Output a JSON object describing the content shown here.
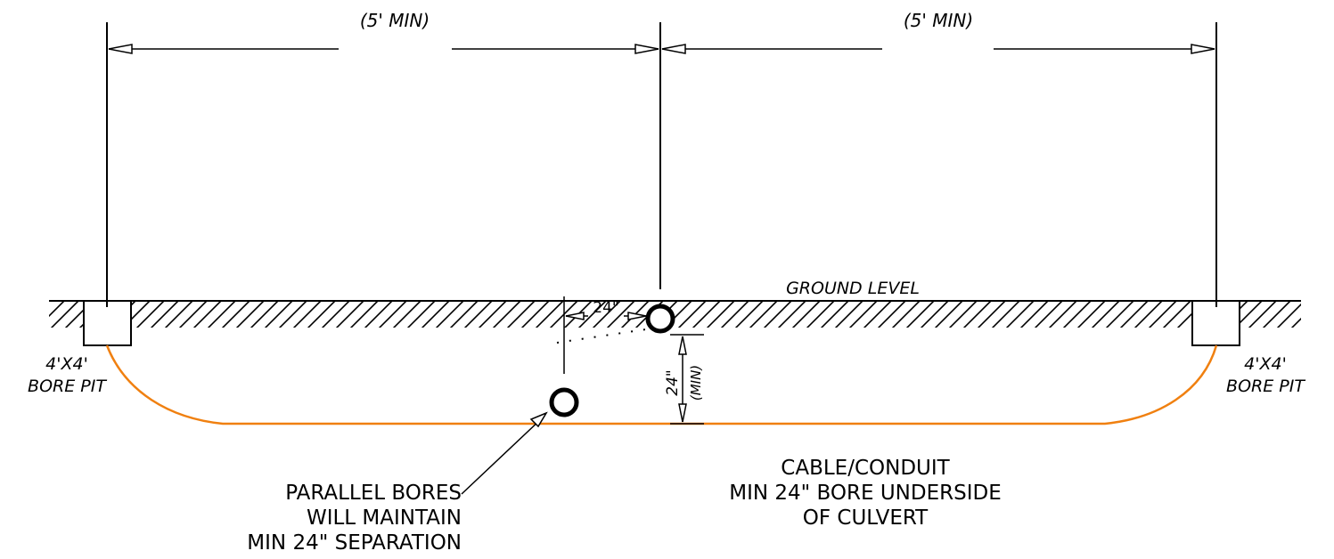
{
  "dimensions": {
    "left_span": "(5' MIN)",
    "right_span": "(5' MIN)",
    "horizontal_offset": "24\"",
    "vertical_depth": "24\"",
    "vertical_depth_note": "(MIN)"
  },
  "labels": {
    "ground_level": "GROUND LEVEL",
    "left_pit_size": "4'X4'",
    "left_pit_name": "BORE PIT",
    "right_pit_size": "4'X4'",
    "right_pit_name": "BORE PIT"
  },
  "notes": {
    "parallel": [
      "PARALLEL BORES",
      "WILL MAINTAIN",
      "MIN 24\" SEPARATION"
    ],
    "cable": [
      "CABLE/CONDUIT",
      "MIN 24\" BORE UNDERSIDE",
      "OF CULVERT"
    ]
  },
  "colors": {
    "line": "#000000",
    "bore_path": "#f08010",
    "background": "#ffffff"
  }
}
